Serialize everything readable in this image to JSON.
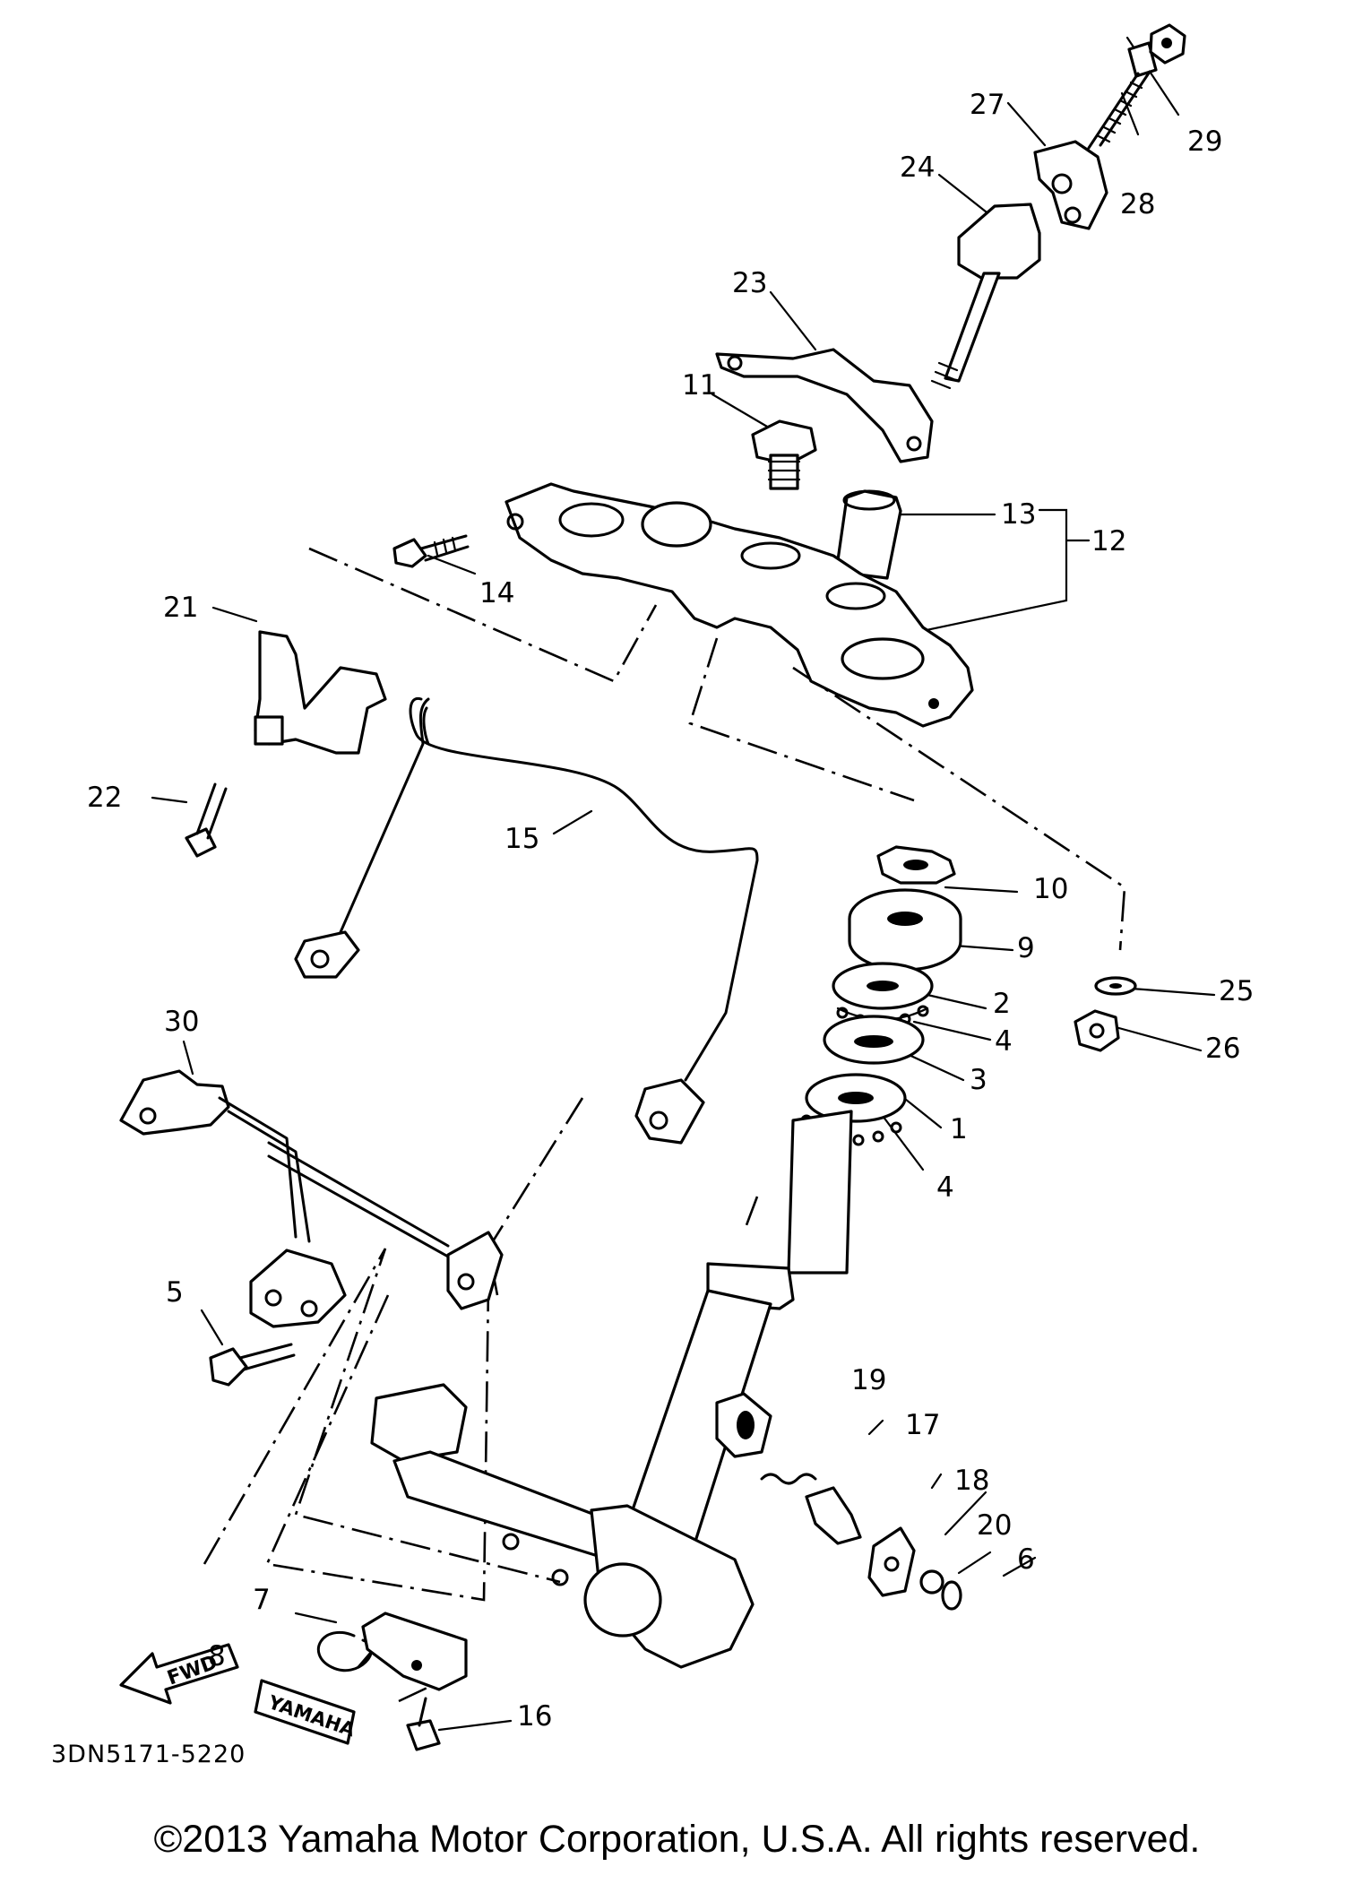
{
  "diagram": {
    "part_code": "3DN5171-5220",
    "badges": {
      "forward": "FWD",
      "brand": "YAMAHA"
    },
    "callouts": [
      {
        "id": "c1",
        "label": "1"
      },
      {
        "id": "c2",
        "label": "2"
      },
      {
        "id": "c3",
        "label": "3"
      },
      {
        "id": "c4a",
        "label": "4"
      },
      {
        "id": "c4b",
        "label": "4"
      },
      {
        "id": "c5",
        "label": "5"
      },
      {
        "id": "c6",
        "label": "6"
      },
      {
        "id": "c7",
        "label": "7"
      },
      {
        "id": "c8",
        "label": "8"
      },
      {
        "id": "c9",
        "label": "9"
      },
      {
        "id": "c10",
        "label": "10"
      },
      {
        "id": "c11",
        "label": "11"
      },
      {
        "id": "c12",
        "label": "12"
      },
      {
        "id": "c13",
        "label": "13"
      },
      {
        "id": "c14",
        "label": "14"
      },
      {
        "id": "c15",
        "label": "15"
      },
      {
        "id": "c16",
        "label": "16"
      },
      {
        "id": "c17",
        "label": "17"
      },
      {
        "id": "c18",
        "label": "18"
      },
      {
        "id": "c19",
        "label": "19"
      },
      {
        "id": "c20",
        "label": "20"
      },
      {
        "id": "c21",
        "label": "21"
      },
      {
        "id": "c22",
        "label": "22"
      },
      {
        "id": "c23",
        "label": "23"
      },
      {
        "id": "c24",
        "label": "24"
      },
      {
        "id": "c25",
        "label": "25"
      },
      {
        "id": "c26",
        "label": "26"
      },
      {
        "id": "c27",
        "label": "27"
      },
      {
        "id": "c28",
        "label": "28"
      },
      {
        "id": "c29",
        "label": "29"
      },
      {
        "id": "c30",
        "label": "30"
      }
    ]
  },
  "footer": {
    "copyright": "©2013 Yamaha Motor Corporation, U.S.A. All rights reserved."
  }
}
